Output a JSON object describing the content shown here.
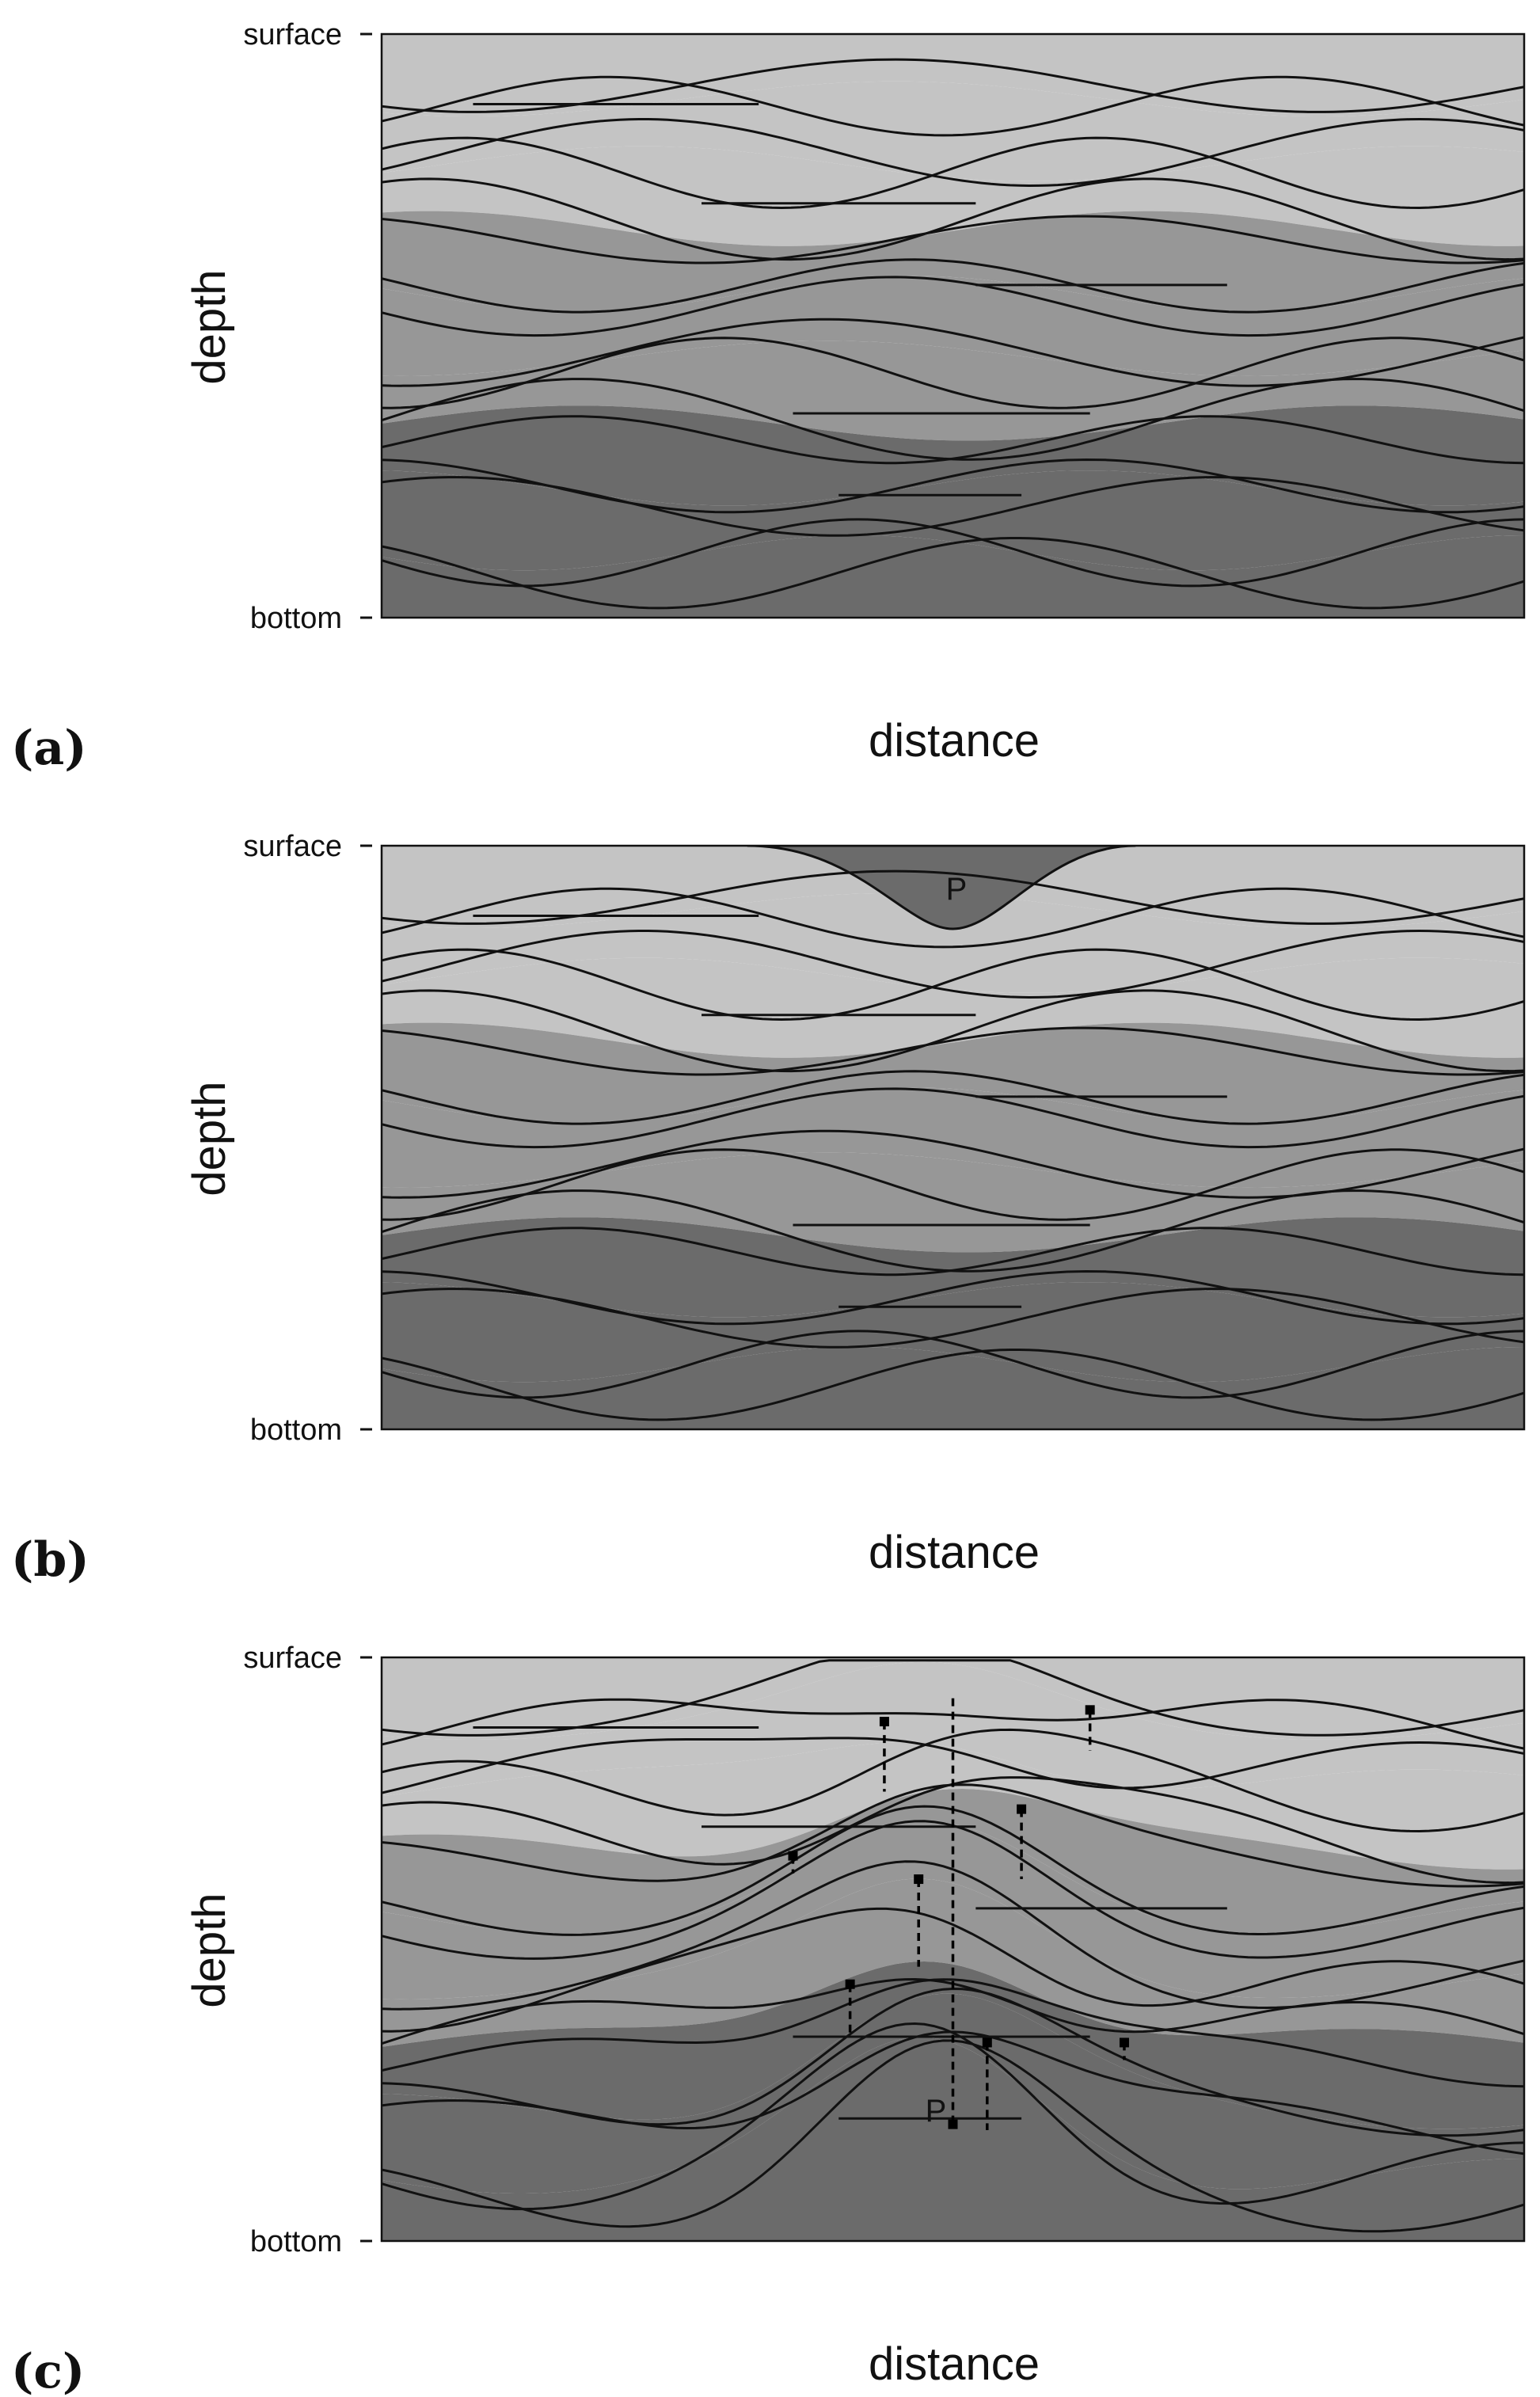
{
  "colors": {
    "light": "#c4c4c4",
    "medium": "#979797",
    "dark": "#6b6b6b",
    "line": "#111111",
    "marker": "#000000"
  },
  "panels": [
    {
      "letter": "(a)",
      "ytop": "surface",
      "ybottom": "bottom",
      "ylabel": "depth",
      "xlabel": "distance",
      "point_label": "",
      "deformed": false,
      "pocket": false,
      "markers": false
    },
    {
      "letter": "(b)",
      "ytop": "surface",
      "ybottom": "bottom",
      "ylabel": "depth",
      "xlabel": "distance",
      "point_label": "P",
      "deformed": false,
      "pocket": true,
      "markers": false
    },
    {
      "letter": "(c)",
      "ytop": "surface",
      "ybottom": "bottom",
      "ylabel": "depth",
      "xlabel": "distance",
      "point_label": "P",
      "deformed": true,
      "pocket": false,
      "markers": true
    }
  ]
}
